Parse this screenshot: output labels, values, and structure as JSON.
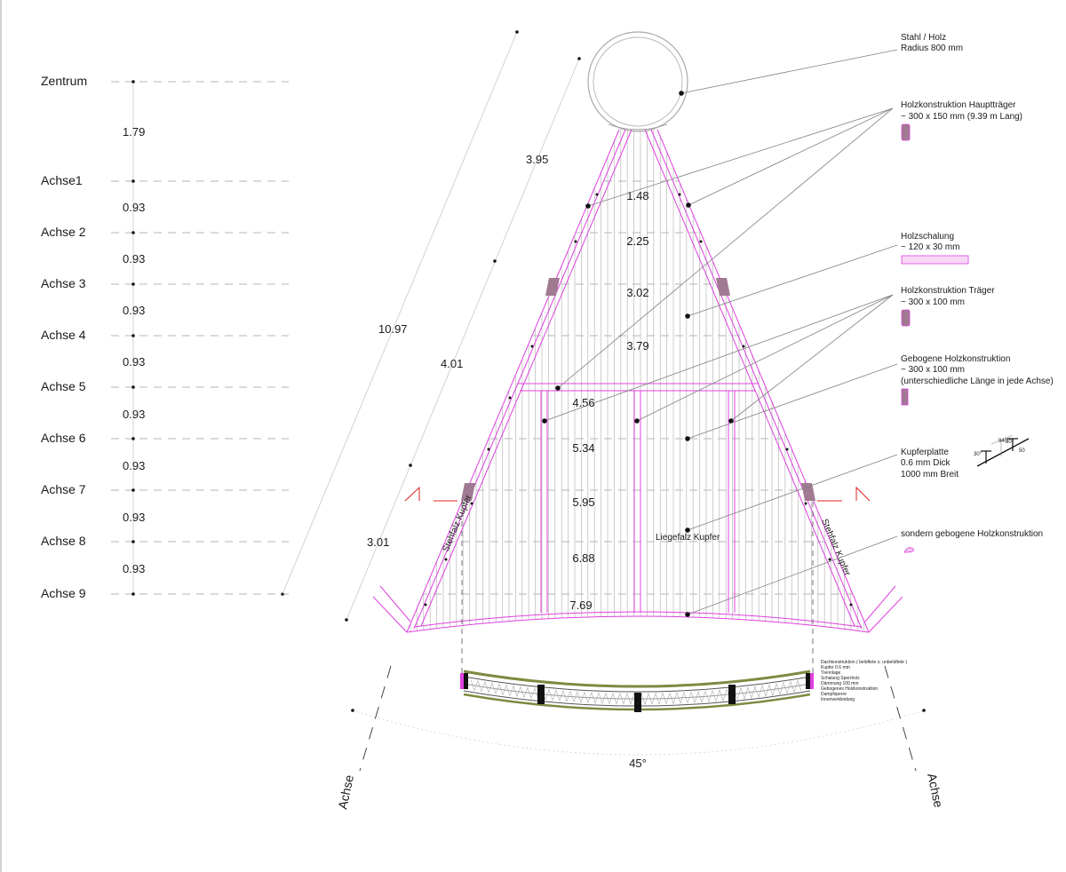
{
  "axes": [
    {
      "name": "Zentrum",
      "spacing": ""
    },
    {
      "name": "Achse1",
      "spacing": "1.79"
    },
    {
      "name": "Achse 2",
      "spacing": "0.93"
    },
    {
      "name": "Achse 3",
      "spacing": "0.93"
    },
    {
      "name": "Achse 4",
      "spacing": "0.93"
    },
    {
      "name": "Achse 5",
      "spacing": "0.93"
    },
    {
      "name": "Achse 6",
      "spacing": "0.93"
    },
    {
      "name": "Achse 7",
      "spacing": "0.93"
    },
    {
      "name": "Achse 8",
      "spacing": "0.93"
    },
    {
      "name": "Achse 9",
      "spacing": "0.93"
    }
  ],
  "widths": [
    "1.48",
    "2.25",
    "3.02",
    "3.79",
    "4.56",
    "5.34",
    "5.95",
    "6.88",
    "7.69"
  ],
  "slope_dims": {
    "total": "10.97",
    "upper": "3.95",
    "middle": "4.01",
    "lower": "3.01"
  },
  "seam_labels": {
    "left": "Stehfalz Kupfer",
    "right": "Stehfalz Kupfer",
    "center": "Liegefalz Kupfer"
  },
  "angle": "45°",
  "achse_labels": {
    "left": "Achse",
    "right": "Achse"
  },
  "annotations": [
    {
      "id": "stahl",
      "lines": [
        "Stahl / Holz",
        "Radius 800 mm"
      ]
    },
    {
      "id": "haupttraeger",
      "lines": [
        "Holzkonstruktion Hauptträger",
        "~ 300 x 150 mm (9.39 m Lang)"
      ]
    },
    {
      "id": "schalung",
      "lines": [
        "Holzschalung",
        "~ 120 x 30 mm"
      ]
    },
    {
      "id": "traeger",
      "lines": [
        "Holzkonstruktion Träger",
        "~ 300 x 100 mm"
      ]
    },
    {
      "id": "gebogen",
      "lines": [
        "Gebogene Holzkonstruktion",
        "~ 300 x 100 mm",
        "(unterschiedliche Länge in jede Achse)"
      ]
    },
    {
      "id": "kupfer",
      "lines": [
        "Kupferplatte",
        "0.6 mm Dick",
        "1000 mm Breit"
      ]
    },
    {
      "id": "sondern",
      "lines": [
        "sondern gebogene Holzkonstruktion"
      ]
    }
  ],
  "layer_legend": [
    "Dachkonstruktion ( belüftete o. unbelüftete )",
    "Kupfer 0.6 mm",
    "Trennlage",
    "Schalung Sperrholz",
    "Dämmung 100 mm",
    "Gebogenes Holzkonstruktion",
    "Dampfsperre",
    "Innenverkleidung"
  ],
  "seam_detail": {
    "width": "940",
    "height": "50",
    "angle": "30°"
  },
  "colors": {
    "construction": "#e040e0",
    "beam_fill": "#a07a90",
    "line": "#9a9a9a",
    "section_marker": "#e02020"
  }
}
